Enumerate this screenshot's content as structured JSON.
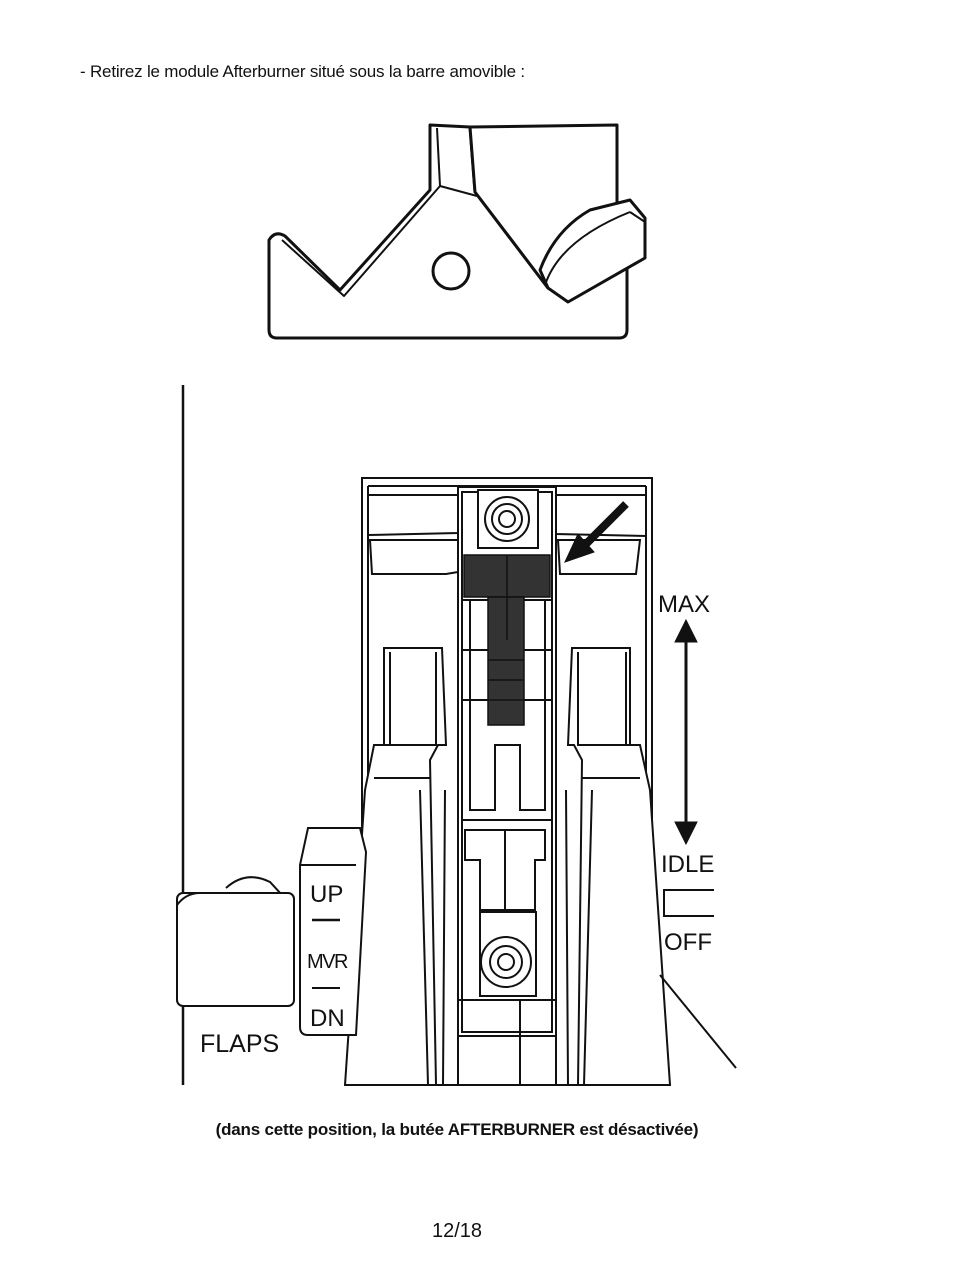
{
  "instruction": "- Retirez le module Afterburner situé sous la barre amovible :",
  "labels": {
    "max": "MAX",
    "idle": "IDLE",
    "off": "OFF",
    "up": "UP",
    "mvr": "MVR",
    "dn": "DN",
    "flaps": "FLAPS"
  },
  "caption": "(dans cette position, la butée AFTERBURNER est désactivée)",
  "page_number": "12/18"
}
